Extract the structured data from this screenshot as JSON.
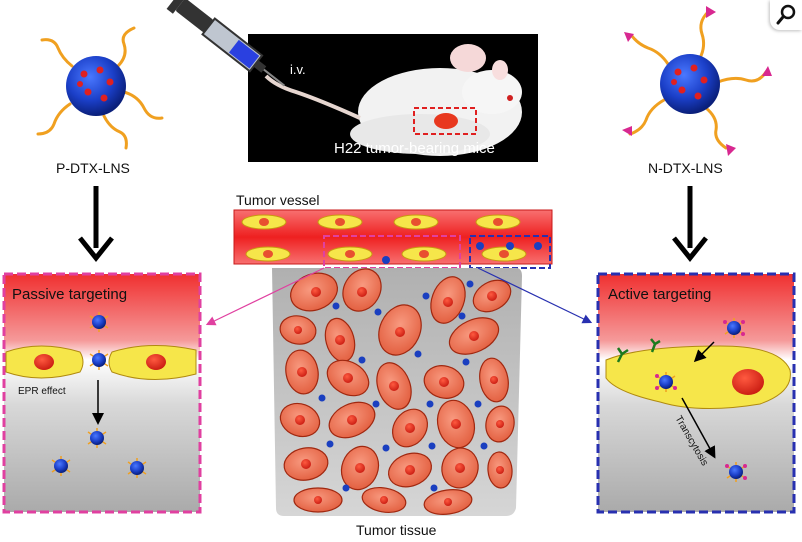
{
  "labels": {
    "left_np": "P-DTX-LNS",
    "right_np": "N-DTX-LNS",
    "iv": "i.v.",
    "mice": "H22 tumor-bearing mice",
    "vessel": "Tumor vessel",
    "tissue": "Tumor tissue",
    "passive": "Passive targeting",
    "active": "Active targeting",
    "epr": "EPR effect",
    "transcytosis": "Transcytosis"
  },
  "colors": {
    "passive_border": "#e040a0",
    "active_border": "#2830b0",
    "vessel_red": "#ee2a2a",
    "cell_orange": "#f07a5a",
    "nanoparticle_blue": "#1a3fc0",
    "ligand_magenta": "#d82890",
    "stem_orange": "#f0a020"
  },
  "icons": {
    "search": "search-icon"
  }
}
